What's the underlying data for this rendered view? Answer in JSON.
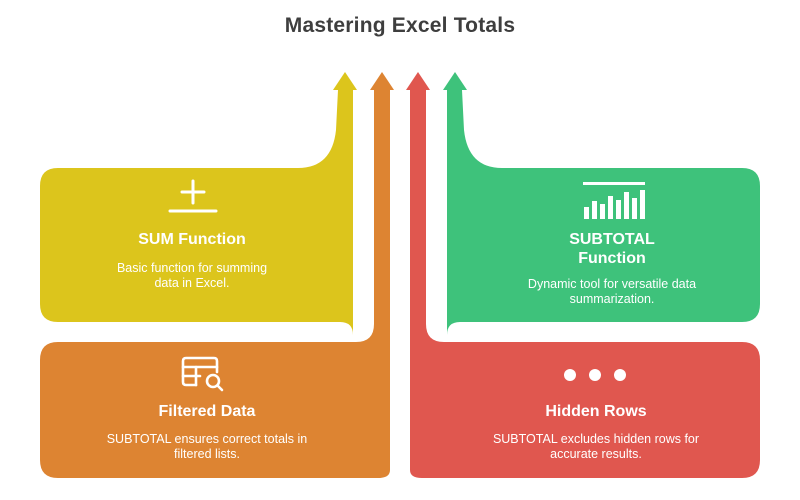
{
  "title": "Mastering Excel Totals",
  "colors": {
    "yellow": "#dcc51c",
    "orange": "#dd8432",
    "red": "#e0574f",
    "green": "#3ec27b"
  },
  "cards": [
    {
      "id": "sum",
      "title": "SUM Function",
      "description": "Basic function for summing data in Excel.",
      "icon": "plus-minus-icon",
      "color": "#dcc51c"
    },
    {
      "id": "subtotal",
      "title": "SUBTOTAL Function",
      "description": "Dynamic tool for versatile data summarization.",
      "icon": "bar-chart-icon",
      "color": "#3ec27b"
    },
    {
      "id": "filtered",
      "title": "Filtered Data",
      "description": "SUBTOTAL ensures correct totals in filtered lists.",
      "icon": "table-search-icon",
      "color": "#dd8432"
    },
    {
      "id": "hidden",
      "title": "Hidden Rows",
      "description": "SUBTOTAL excludes hidden rows for accurate results.",
      "icon": "ellipsis-icon",
      "color": "#e0574f"
    }
  ]
}
